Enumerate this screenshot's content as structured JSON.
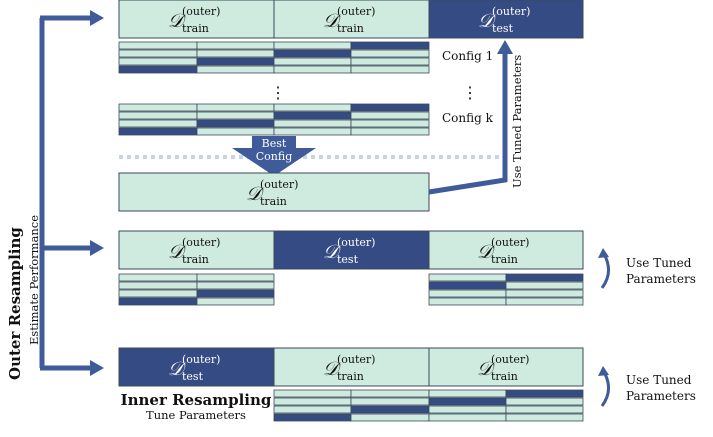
{
  "colors": {
    "light": "#cfeadf",
    "dark": "#354b84",
    "arrow": "#3f5b9a",
    "edge": "#3b4a5a",
    "dots": "#c8d3e6"
  },
  "labels": {
    "d_symbol": "𝒟",
    "sup_outer": "(outer)",
    "sub_train": "train",
    "sub_test": "test",
    "config_1": "Config 1",
    "config_k": "Config k",
    "vdots": "⋮",
    "best_line1": "Best",
    "best_line2": "Config",
    "use_tuned_vertical": "Use Tuned Parameters",
    "use_tuned_line1": "Use Tuned",
    "use_tuned_line2": "Parameters",
    "outer_title": "Outer Resampling",
    "outer_sub": "Estimate Performance",
    "inner_title": "Inner Resampling",
    "inner_sub": "Tune Parameters"
  }
}
